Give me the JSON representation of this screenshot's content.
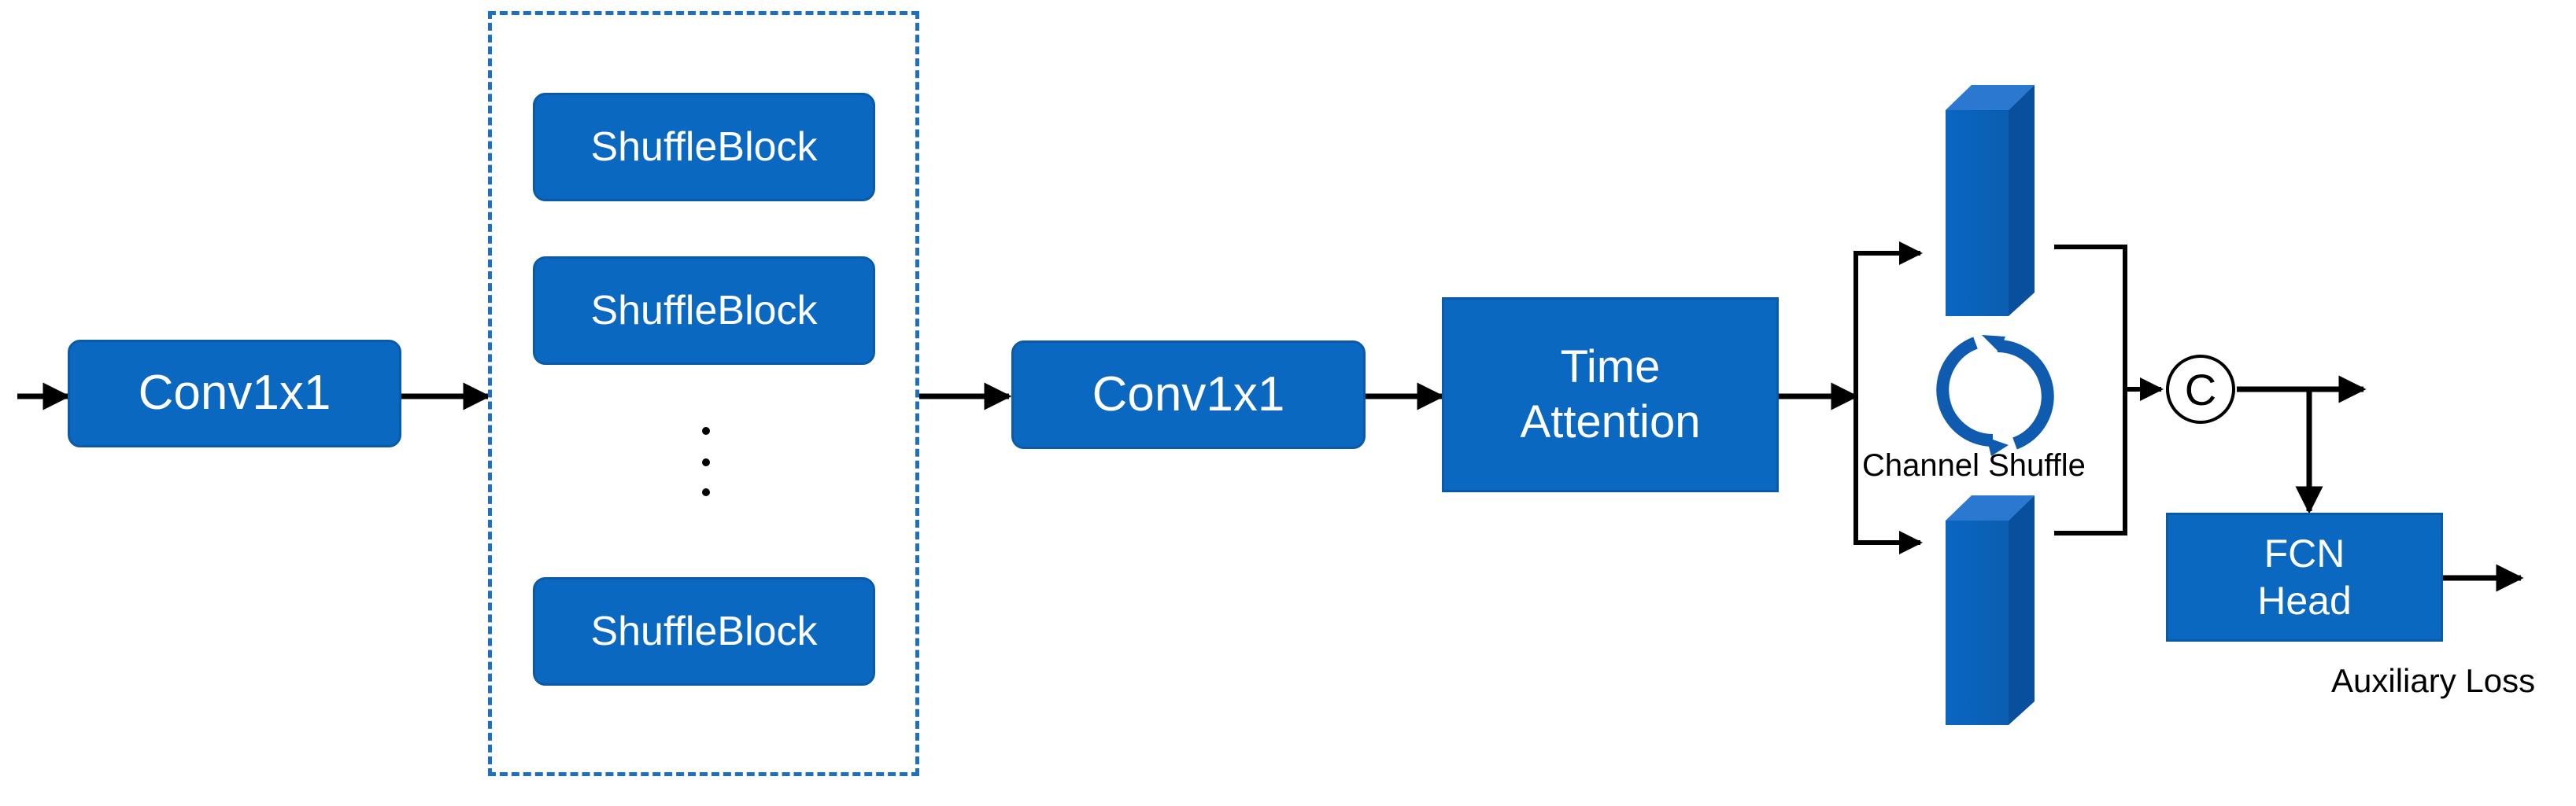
{
  "colors": {
    "block_fill": "#0a68c0",
    "block_border": "#0a5aa6",
    "dashed_border": "#1f6fc1",
    "arrow": "#000000"
  },
  "nodes": {
    "conv_first": "Conv1x1",
    "shuffle_blocks": [
      "ShuffleBlock",
      "ShuffleBlock",
      "ShuffleBlock"
    ],
    "conv_second": "Conv1x1",
    "time_attention": [
      "Time",
      "Attention"
    ],
    "channel_shuffle_label": "Channel Shuffle",
    "concat_symbol": "C",
    "fcn_head": [
      "FCN",
      "Head"
    ],
    "auxiliary_loss": "Auxiliary Loss"
  }
}
